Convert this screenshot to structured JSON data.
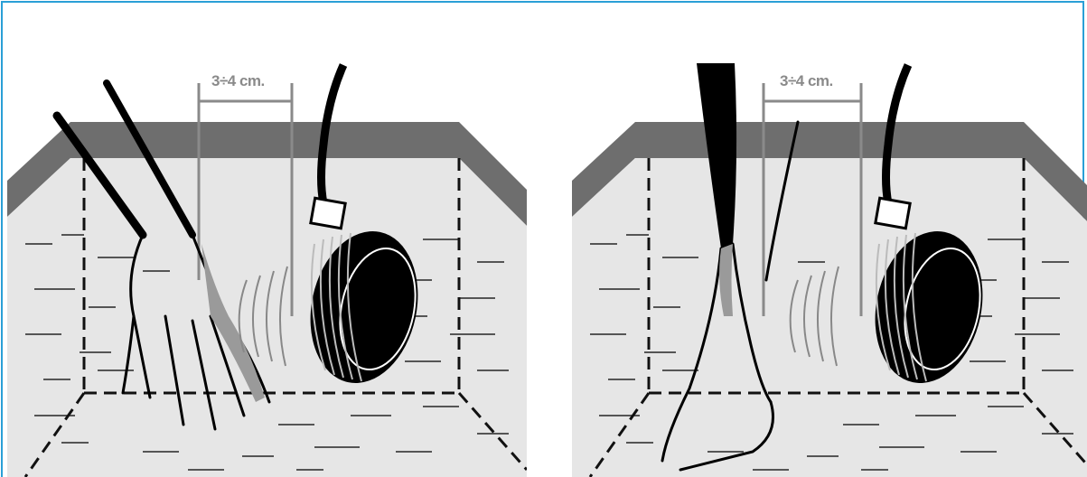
{
  "panels": [
    {
      "id": "hand",
      "subject": "hand",
      "distance_label": "3÷4 cm."
    },
    {
      "id": "foot",
      "subject": "foot",
      "distance_label": "3÷4 cm."
    }
  ],
  "colors": {
    "border": "#2a9fd6",
    "tank_rim": "#6e6e6e",
    "water": "#e6e6e6",
    "ink": "#000000",
    "dimension": "#8a8a8a"
  }
}
